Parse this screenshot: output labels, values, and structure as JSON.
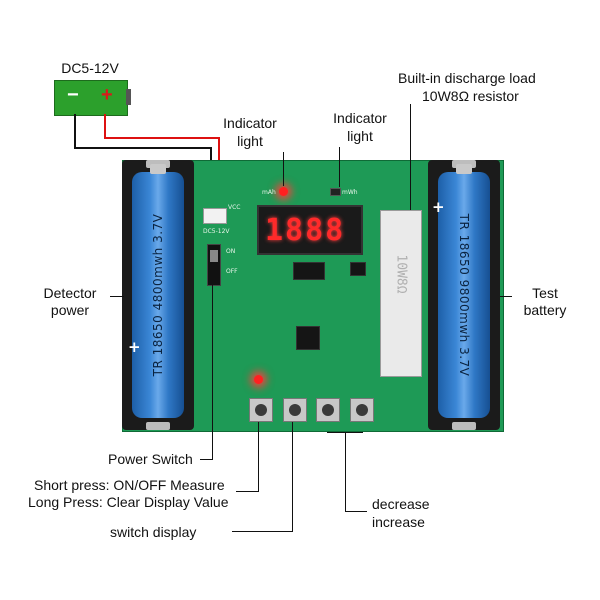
{
  "power_source": {
    "voltage_label": "DC5-12V",
    "minus": "−",
    "plus": "+"
  },
  "callouts": {
    "builtin_load_line1": "Built-in discharge load",
    "builtin_load_line2": "10W8Ω resistor",
    "indicator_left_line1": "Indicator",
    "indicator_left_line2": "light",
    "indicator_right_line1": "Indicator",
    "indicator_right_line2": "light",
    "detector_power_line1": "Detector",
    "detector_power_line2": "power",
    "test_battery_line1": "Test",
    "test_battery_line2": "battery",
    "power_switch": "Power Switch",
    "short_press": "Short press:  ON/OFF Measure",
    "long_press": "Long Press:  Clear Display Value",
    "switch_display": "switch display",
    "decrease": "decrease",
    "increase": "increase"
  },
  "board": {
    "display_value": "1888",
    "left_cell_text": "TR 18650 4800mwh 3.7V",
    "right_cell_text": "TR 18650 9800mwh 3.7V",
    "plus_mark": "+",
    "resistor_text": "10W8Ω",
    "silk_dc": "DC5-12V",
    "silk_vcc": "VCC",
    "silk_on": "ON",
    "silk_off": "OFF",
    "silk_mah": "mAh",
    "silk_mwh": "mWh"
  }
}
